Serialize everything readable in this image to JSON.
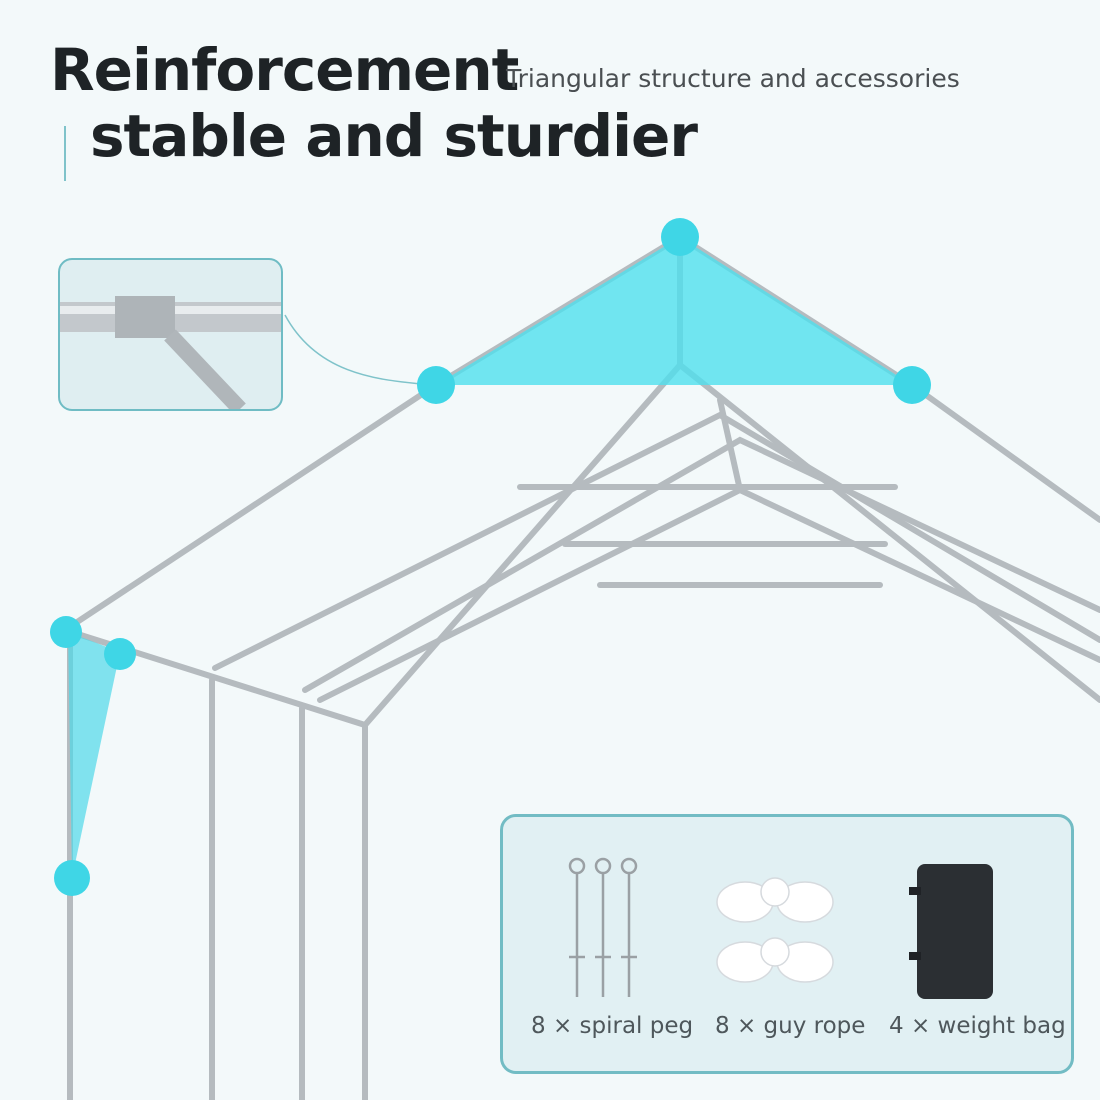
{
  "heading": {
    "line1": "Reinforcement",
    "line2": "stable and sturdier",
    "subtitle": "Triangular structure and accessories"
  },
  "accessories": [
    {
      "label": "8 × spiral peg",
      "icon": "spiral-peg-icon"
    },
    {
      "label": "8 × guy rope",
      "icon": "guy-rope-icon"
    },
    {
      "label": "4 × weight bag",
      "icon": "weight-bag-icon"
    }
  ],
  "colors": {
    "accent": "#3fd6e6",
    "frame": "#b9bec2",
    "panel_border": "#72bcc4"
  }
}
